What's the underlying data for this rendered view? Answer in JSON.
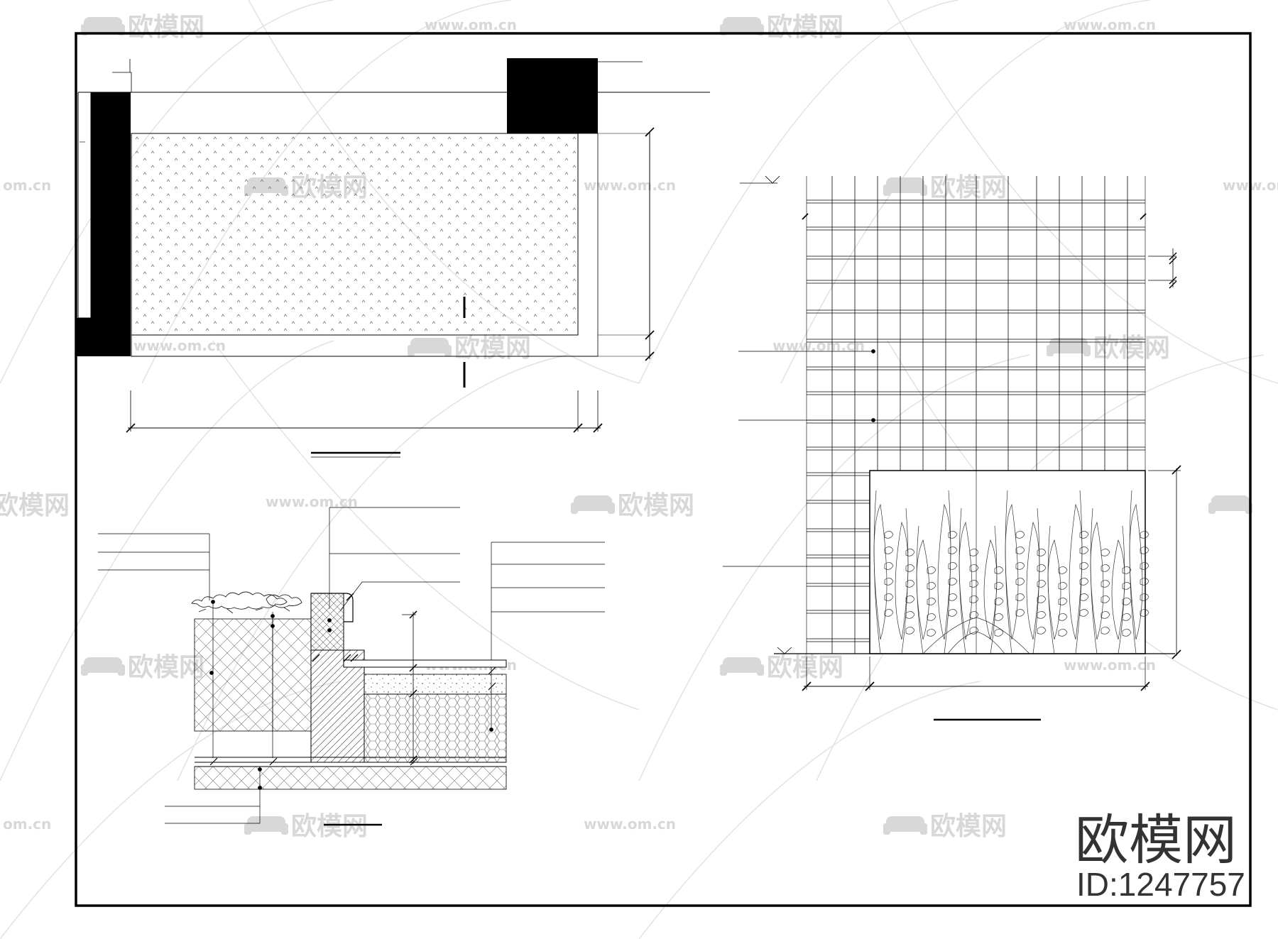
{
  "watermark": {
    "brand_text": "欧模网",
    "url_text": "www.om.cn",
    "url_text_partial": "om.cn",
    "icon": "sofa-icon",
    "color": "#d8d8d8"
  },
  "brand_mark": {
    "title": "欧模网",
    "id_text": "ID:1247757",
    "color": "#333333"
  },
  "colors": {
    "line": "#000000",
    "thin_line": "#555555",
    "hatch": "#888888",
    "background": "#ffffff"
  }
}
